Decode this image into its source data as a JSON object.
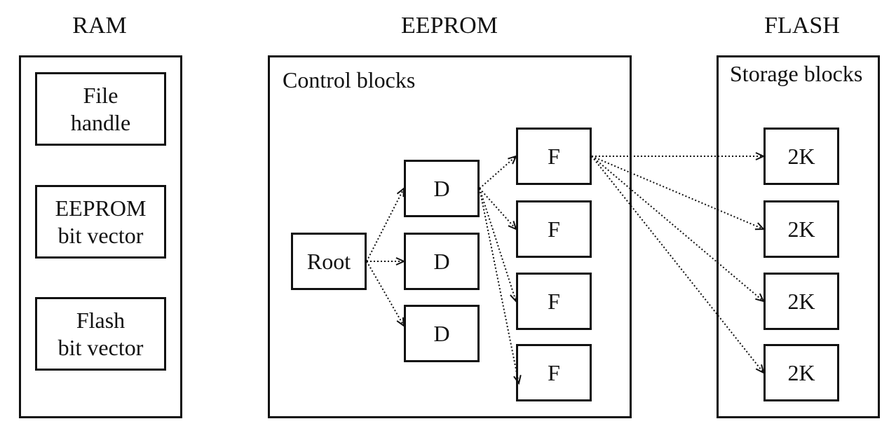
{
  "titles": {
    "ram": "RAM",
    "eeprom": "EEPROM",
    "flash": "FLASH"
  },
  "ram": {
    "file_handle": [
      "File",
      "handle"
    ],
    "eeprom_bit_vector": [
      "EEPROM",
      "bit vector"
    ],
    "flash_bit_vector": [
      "Flash",
      "bit vector"
    ]
  },
  "eeprom": {
    "label": "Control blocks",
    "root": "Root",
    "directories": [
      "D",
      "D",
      "D"
    ],
    "files": [
      "F",
      "F",
      "F",
      "F"
    ]
  },
  "flash": {
    "label": "Storage blocks",
    "blocks": [
      "2K",
      "2K",
      "2K",
      "2K"
    ]
  }
}
